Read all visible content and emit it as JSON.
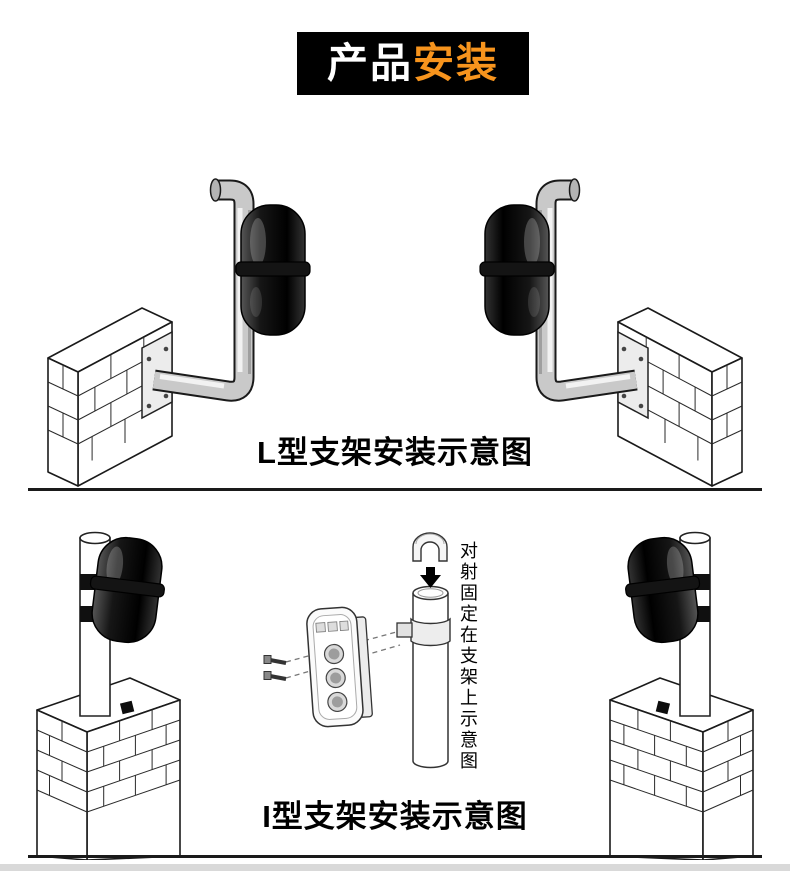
{
  "colors": {
    "banner_background": "#000000",
    "accent_orange": "#f7941d",
    "line_black": "#1a1a1a",
    "bottom_strip_gray": "#d9d9d9"
  },
  "header": {
    "title_white": "产品",
    "title_orange": "安装"
  },
  "sections": {
    "l_bracket": {
      "caption": "L型支架安装示意图"
    },
    "i_bracket": {
      "caption": "I型支架安装示意图",
      "vertical_note": "对射固定在支架上示意图"
    }
  },
  "illustrations": {
    "l_bracket_left": "wall-mounted-l-bracket-beam-sensor",
    "l_bracket_right": "wall-mounted-l-bracket-beam-sensor-mirrored",
    "i_bracket_left": "pole-mounted-beam-sensor-on-brick-pillar",
    "i_bracket_right": "pole-mounted-beam-sensor-on-brick-pillar-mirrored",
    "center_detail": "pole-clamp-assembly-detail"
  }
}
